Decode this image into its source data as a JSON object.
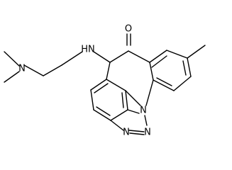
{
  "atoms": {
    "nme2": "N",
    "nh": "HN",
    "oxygen": "O",
    "n_ring": "N",
    "n_triazole_1": "N",
    "n_triazole_2": "N"
  }
}
